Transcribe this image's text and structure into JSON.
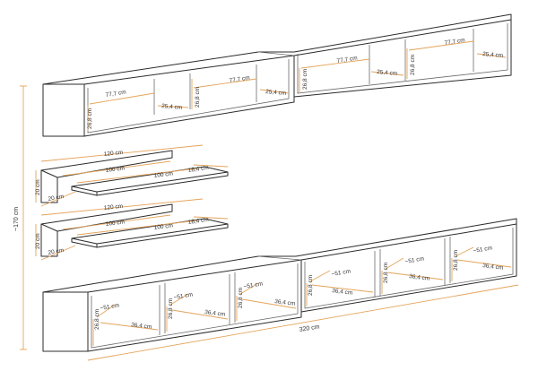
{
  "colors": {
    "outline": "#2b2b2b",
    "inner": "#6a6a6a",
    "dimension": "#e5a45a",
    "text": "#333333",
    "background": "#ffffff"
  },
  "labels": {
    "width_77": "77,7 cm",
    "depth_25": "25,4 cm",
    "height_26": "26,8 cm",
    "w_120": "120 cm",
    "w_100": "100 cm",
    "d_18": "18,4 cm",
    "h_20": "20 cm",
    "w_51": "~51 cm",
    "d_36": "36,4 cm",
    "total_320": "320 cm",
    "total_170": "~170 cm"
  }
}
